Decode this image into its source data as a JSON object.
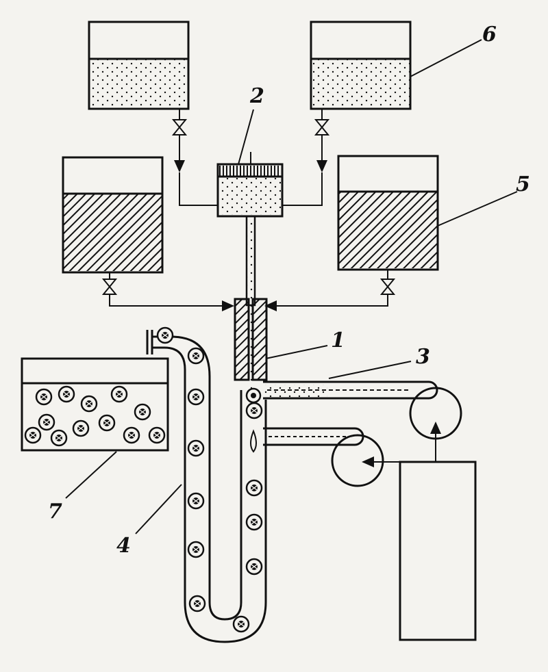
{
  "diagram": {
    "callouts": [
      {
        "id": "nozzle",
        "number": "1"
      },
      {
        "id": "core-reservoir",
        "number": "2"
      },
      {
        "id": "pulse-generator",
        "number": "3"
      },
      {
        "id": "coolant-tube",
        "number": "4"
      },
      {
        "id": "shell-tank",
        "number": "5"
      },
      {
        "id": "core-tank",
        "number": "6"
      },
      {
        "id": "collector",
        "number": "7"
      }
    ],
    "colors": {
      "ink": "#111111",
      "paper": "#f4f3ef"
    }
  }
}
